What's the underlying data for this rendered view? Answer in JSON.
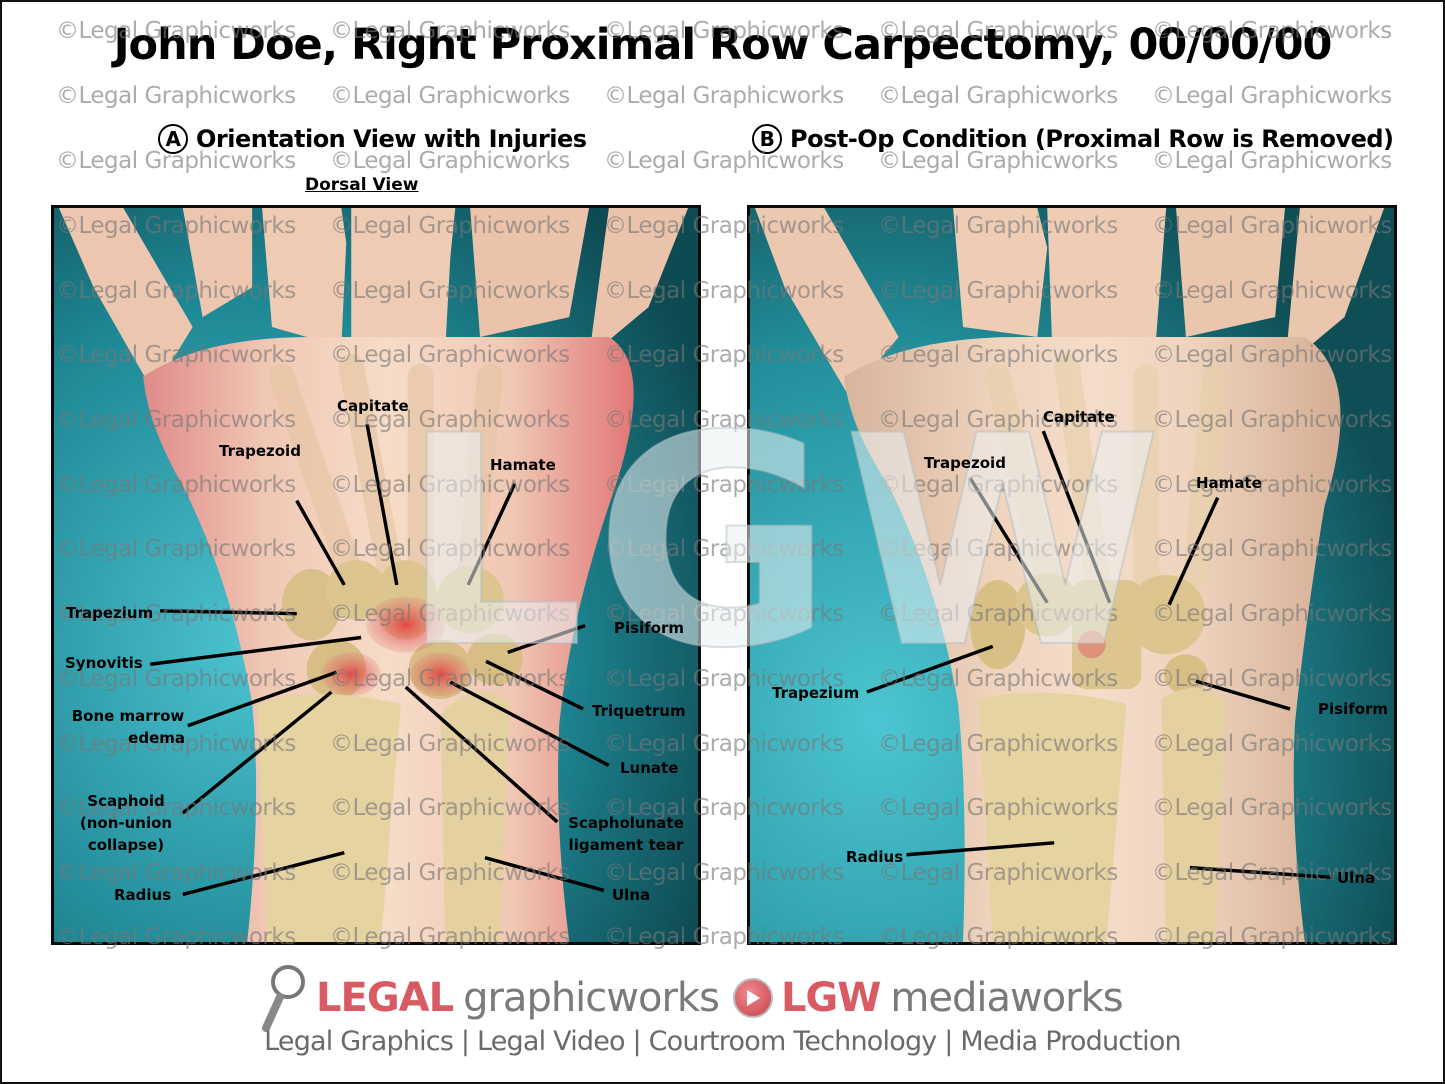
{
  "title": "John Doe, Right Proximal Row Carpectomy, 00/00/00",
  "watermark_text": "©Legal Graphicworks",
  "center_watermark": "LGW",
  "panels": {
    "a": {
      "marker": "A",
      "heading": "Orientation View with Injuries",
      "subheading": "Dorsal View",
      "labels": {
        "capitate": "Capitate",
        "trapezoid": "Trapezoid",
        "hamate": "Hamate",
        "trapezium": "Trapezium",
        "synovitis": "Synovitis",
        "bone_marrow_1": "Bone marrow",
        "bone_marrow_2": "edema",
        "scaphoid_1": "Scaphoid",
        "scaphoid_2": "(non-union",
        "scaphoid_3": "collapse)",
        "radius": "Radius",
        "pisiform": "Pisiform",
        "triquetrum": "Triquetrum",
        "lunate": "Lunate",
        "scapholunate_1": "Scapholunate",
        "scapholunate_2": "ligament tear",
        "ulna": "Ulna"
      }
    },
    "b": {
      "marker": "B",
      "heading": "Post-Op Condition (Proximal Row is Removed)",
      "labels": {
        "capitate": "Capitate",
        "trapezoid": "Trapezoid",
        "hamate": "Hamate",
        "trapezium": "Trapezium",
        "pisiform": "Pisiform",
        "radius": "Radius",
        "ulna": "Ulna"
      }
    }
  },
  "footer": {
    "brand1_red": "LEGAL",
    "brand1_grey": "graphicworks",
    "brand2_red": "LGW",
    "brand2_grey": "mediaworks",
    "tagline": "Legal Graphics | Legal Video | Courtroom Technology | Media Production"
  },
  "colors": {
    "background_teal": "#2a9aa8",
    "skin": "#e8c4a8",
    "bone": "#e2cf98",
    "inflammation": "#e04848",
    "brand_red": "#d95a62",
    "brand_grey": "#7a7a7a"
  }
}
